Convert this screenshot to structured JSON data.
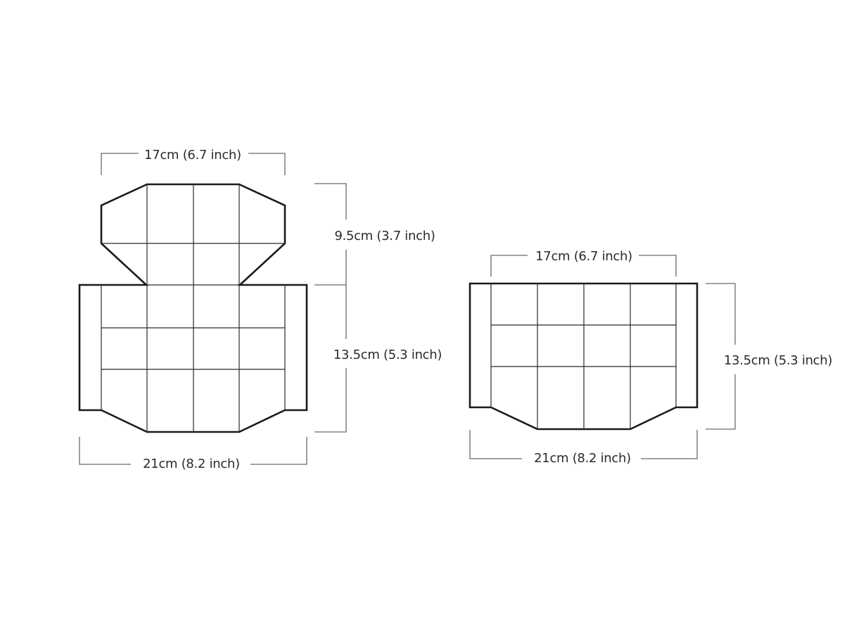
{
  "diagram": {
    "background": "#ffffff",
    "line_color": "#1a1a1a",
    "dimension_color": "#6a6a6a",
    "left_pattern": {
      "name": "pattern-with-flap",
      "labels": {
        "top_width": "17cm (6.7 inch)",
        "flap_height": "9.5cm (3.7 inch)",
        "body_height": "13.5cm (5.3 inch)",
        "bottom_width": "21cm (8.2 inch)"
      }
    },
    "right_pattern": {
      "name": "pattern-body-only",
      "labels": {
        "top_width": "17cm (6.7 inch)",
        "body_height": "13.5cm (5.3 inch)",
        "bottom_width": "21cm (8.2 inch)"
      }
    }
  }
}
